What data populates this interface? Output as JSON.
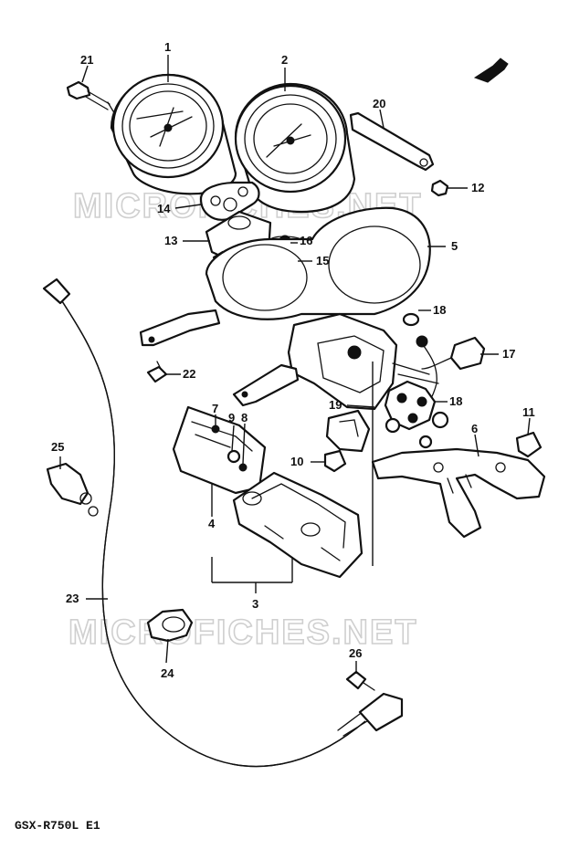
{
  "watermark": "MICROFICHES.NET",
  "model_label": "GSX-R750L  E1",
  "callouts": {
    "c1": "1",
    "c2": "2",
    "c3": "3",
    "c4": "4",
    "c5": "5",
    "c6": "6",
    "c7": "7",
    "c8": "8",
    "c9": "9",
    "c10": "10",
    "c11": "11",
    "c12": "12",
    "c13": "13",
    "c14": "14",
    "c15": "15",
    "c16": "16",
    "c17": "17",
    "c18a": "18",
    "c18b": "18",
    "c19": "19",
    "c20": "20",
    "c21": "21",
    "c22": "22",
    "c23": "23",
    "c24": "24",
    "c25": "25",
    "c26": "26"
  }
}
